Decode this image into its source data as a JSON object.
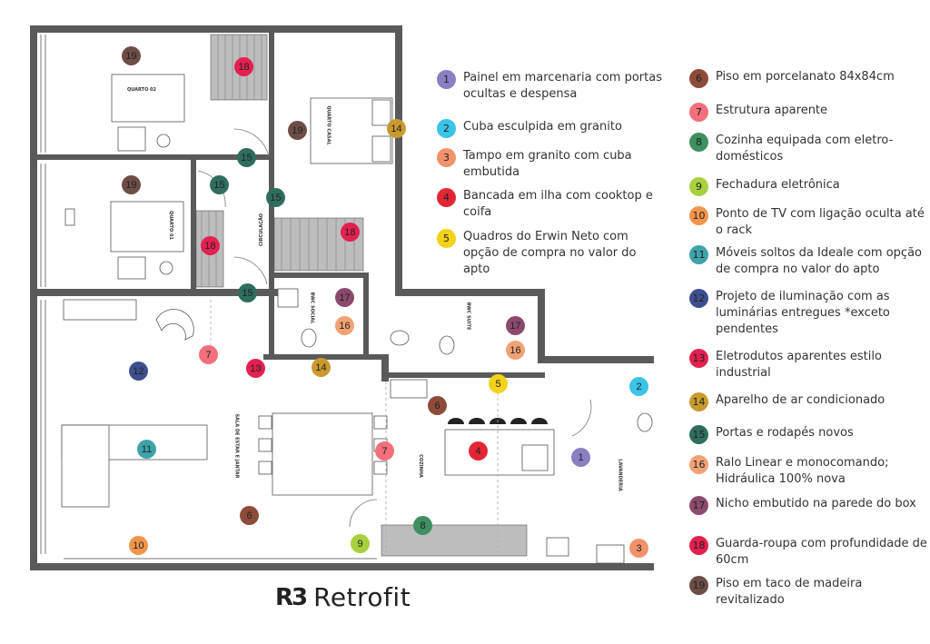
{
  "brand": {
    "logo_mark": "R3",
    "name": "Retrofit"
  },
  "colors": {
    "1": "#8a7fc2",
    "2": "#3cc3e8",
    "3": "#f0936b",
    "4": "#e32636",
    "5": "#f2d21a",
    "6": "#8d4b3a",
    "7": "#f26f7b",
    "8": "#3f8f61",
    "9": "#a7d13e",
    "10": "#f2954c",
    "11": "#3ea3a9",
    "12": "#3d4f8f",
    "13": "#e3204f",
    "14": "#c99a2e",
    "15": "#2f6e5e",
    "16": "#f1a274",
    "17": "#8b4a6d",
    "18": "#e3204f",
    "19": "#6d4d45"
  },
  "legend": [
    {
      "num": "1",
      "text": "Painel em marcenaria com portas ocultas e despensa"
    },
    {
      "num": "2",
      "text": "Cuba esculpida em granito"
    },
    {
      "num": "3",
      "text": "Tampo em granito com cuba embutida"
    },
    {
      "num": "4",
      "text": "Bancada em ilha com cooktop e coifa"
    },
    {
      "num": "5",
      "text": "Quadros do Erwin Neto com opção de compra no valor do apto"
    },
    {
      "num": "6",
      "text": "Piso em porcelanato 84x84cm"
    },
    {
      "num": "7",
      "text": "Estrutura aparente"
    },
    {
      "num": "8",
      "text": "Cozinha equipada com eletro-domésticos"
    },
    {
      "num": "9",
      "text": "Fechadura eletrônica"
    },
    {
      "num": "10",
      "text": "Ponto de TV com ligação oculta até o rack"
    },
    {
      "num": "11",
      "text": "Móveis soltos da Ideale com opção de compra no valor do apto"
    },
    {
      "num": "12",
      "text": "Projeto de iluminação com as luminárias entregues *exceto pendentes"
    },
    {
      "num": "13",
      "text": "Eletrodutos aparentes estilo industrial"
    },
    {
      "num": "14",
      "text": "Aparelho de ar condicionado"
    },
    {
      "num": "15",
      "text": "Portas e rodapés novos"
    },
    {
      "num": "16",
      "text": "Ralo Linear e monocomando; Hidráulica 100% nova"
    },
    {
      "num": "17",
      "text": "Nicho embutido na parede do box"
    },
    {
      "num": "18",
      "text": "Guarda-roupa com profundidade de 60cm"
    },
    {
      "num": "19",
      "text": "Piso em taco de madeira revitalizado"
    }
  ],
  "plan_markers": [
    "19",
    "18",
    "19",
    "14",
    "15",
    "19",
    "15",
    "15",
    "18",
    "18",
    "17",
    "15",
    "16",
    "17",
    "16",
    "7",
    "13",
    "14",
    "12",
    "5",
    "6",
    "2",
    "11",
    "7",
    "4",
    "1",
    "6",
    "8",
    "9",
    "10",
    "3"
  ],
  "room_labels": {
    "q2": "QUARTO 02",
    "q1": "QUARTO 01",
    "casal": "QUARTO CASAL",
    "circ": "CIRCULAÇÃO",
    "wc_social": "BWC SOCIAL",
    "wc_suite": "BWC SUITE",
    "sala": "SALA DE ESTAR E JANTAR",
    "cozinha": "COZINHA",
    "lavanderia": "LAVANDERIA"
  }
}
